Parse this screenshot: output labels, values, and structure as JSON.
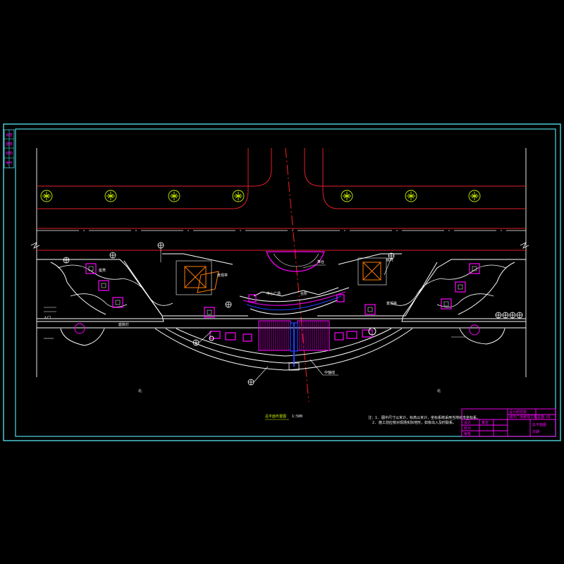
{
  "drawing": {
    "plan_title": "总平面布置图",
    "plan_scale": "1:500",
    "notes": [
      "注：1. 图中尺寸以米计，标高以米计，坐标系统采用当地城市坐标系。",
      "2. 施工前应核对现场实际地形，如有出入及时联系。"
    ],
    "north_left": "北",
    "north_right": "北",
    "labels": {
      "stage": "舞台",
      "pavilion_left": "景观亭",
      "pavilion_right": "景观亭",
      "plaza": "中心广场",
      "steps": "台阶",
      "seat_left": "座凳",
      "seat_right": "座凳",
      "lamp": "庭院灯",
      "axis": "中轴线",
      "entry": "入口"
    }
  },
  "title_block": {
    "company": "设计研究院",
    "project": "城市广场景观工程",
    "sheet_name": "总平面图",
    "sheet_no": "总施-01",
    "rows": [
      "设计",
      "校对",
      "审核",
      "审定"
    ],
    "date": "日期"
  },
  "side_strip": [
    "会签",
    "建筑",
    "结构",
    "电气"
  ],
  "colors": {
    "background": "#000000",
    "frame": "#4FD8E0",
    "lines": "#FFFFFF",
    "road": "#E0202A",
    "axis": "#FF2020",
    "magenta": "#FF00FF",
    "tree": "#C8F000",
    "pavilion": "#FF7A00",
    "water": "#2040FF"
  },
  "icons": [
    "tree-symbol-icon",
    "grid-marker-icon",
    "north-arrow-icon"
  ]
}
